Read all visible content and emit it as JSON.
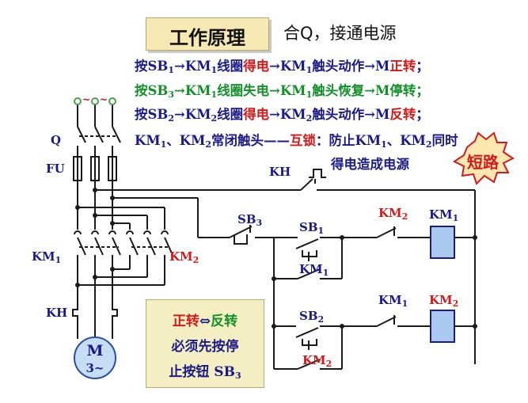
{
  "title": "工作原理",
  "subtitle": "合Q，接通电源",
  "rules": [
    {
      "prefix": "按SB",
      "sub1": "1",
      "mid1": "→KM",
      "sub2": "1",
      "mid2": "线圈",
      "state": "得电",
      "mid3": "→KM",
      "sub3": "1",
      "mid4": "触头动作→M",
      "result": "正转",
      "end": "；",
      "color": "#1b1a8a",
      "state_color": "#d31919",
      "result_color": "#d31919"
    },
    {
      "prefix": "按SB",
      "sub1": "3",
      "mid1": "→KM",
      "sub2": "1",
      "mid2": "线圈",
      "state": "失电",
      "mid3": "→KM",
      "sub3": "1",
      "mid4": "触头恢复→M",
      "result": "停转",
      "end": "；",
      "color": "#14902a",
      "state_color": "#14902a",
      "result_color": "#14902a"
    },
    {
      "prefix": "按SB",
      "sub1": "2",
      "mid1": "→KM",
      "sub2": "2",
      "mid2": "线圈",
      "state": "得电",
      "mid3": "→KM",
      "sub3": "2",
      "mid4": "触头动作→M",
      "result": "反转",
      "end": "；",
      "color": "#1b1a8a",
      "state_color": "#d31919",
      "result_color": "#d31919"
    }
  ],
  "interlock": {
    "line1_a": "KM",
    "line1_a_sub": "1",
    "line1_b": "、KM",
    "line1_b_sub": "2",
    "line1_c": "常闭触头——",
    "keyword": "互锁",
    "line1_d": "：防止KM",
    "line1_d_sub": "1",
    "line1_e": "、KM",
    "line1_e_sub": "2",
    "line1_f": "同时",
    "line2": "得电造成电源",
    "burst": "短路"
  },
  "note": {
    "fwd": "正转",
    "arrow": "⇔",
    "rev": "反转",
    "line2": "必须先按停",
    "line3": "止按钮 SB",
    "line3_sub": "3"
  },
  "labels": {
    "q": "Q",
    "fu": "FU",
    "km1_left": "KM",
    "km1_left_sub": "1",
    "km2_mid": "KM",
    "km2_mid_sub": "2",
    "kh_left": "KH",
    "motor_m": "M",
    "motor_phase": "3~",
    "kh_top": "KH",
    "sb3": "SB",
    "sb3_sub": "3",
    "sb1": "SB",
    "sb1_sub": "1",
    "km1_hold": "KM",
    "km1_hold_sub": "1",
    "sb2": "SB",
    "sb2_sub": "2",
    "km2_hold": "KM",
    "km2_hold_sub": "2",
    "km2_nc": "KM",
    "km2_nc_sub": "2",
    "km1_coil": "KM",
    "km1_coil_sub": "1",
    "km1_nc": "KM",
    "km1_nc_sub": "1",
    "km2_coil": "KM",
    "km2_coil_sub": "2"
  },
  "colors": {
    "wire": "#1a1a1a",
    "coil_fill": "#aac9ee",
    "coil_stroke": "#1b1a8a",
    "burst_fill": "#ffe7b0",
    "burst_stroke": "#d31919",
    "lamp": "#4aa04a",
    "tilde": "#d31919"
  }
}
